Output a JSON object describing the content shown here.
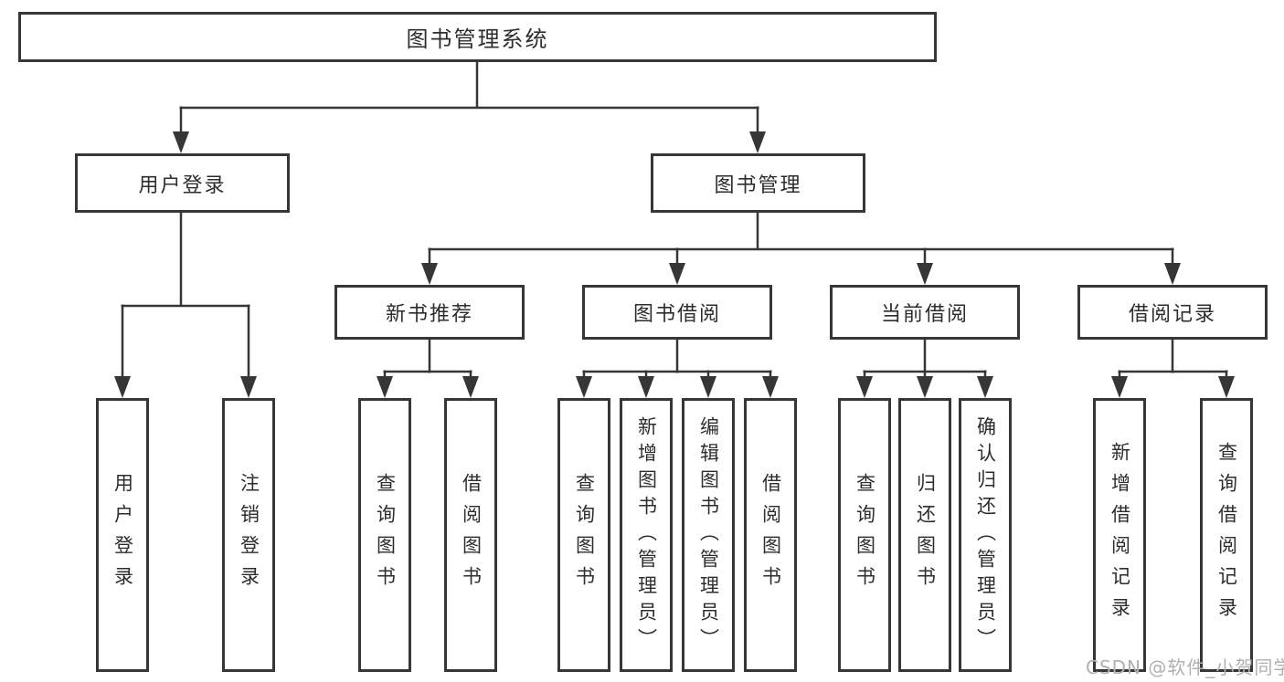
{
  "tree": {
    "label": "图书管理系统",
    "children": [
      {
        "label": "用户登录",
        "children": [
          {
            "label": "用户登录"
          },
          {
            "label": "注销登录"
          }
        ]
      },
      {
        "label": "图书管理",
        "children": [
          {
            "label": "新书推荐",
            "children": [
              {
                "label": "查询图书"
              },
              {
                "label": "借阅图书"
              }
            ]
          },
          {
            "label": "图书借阅",
            "children": [
              {
                "label": "查询图书"
              },
              {
                "label": "新增图书（管理员）"
              },
              {
                "label": "编辑图书（管理员）"
              },
              {
                "label": "借阅图书"
              }
            ]
          },
          {
            "label": "当前借阅",
            "children": [
              {
                "label": "查询图书"
              },
              {
                "label": "归还图书"
              },
              {
                "label": "确认归还（管理员）"
              }
            ]
          },
          {
            "label": "借阅记录",
            "children": [
              {
                "label": "新增借阅记录"
              },
              {
                "label": "查询借阅记录"
              }
            ]
          }
        ]
      }
    ]
  },
  "watermark": {
    "text": "CSDN @软件_小贺同学"
  },
  "colors": {
    "line": "#363636",
    "box_border": "#363636",
    "text": "#2d2d2d",
    "watermark": "#b0b0b0",
    "background": "#ffffff"
  }
}
